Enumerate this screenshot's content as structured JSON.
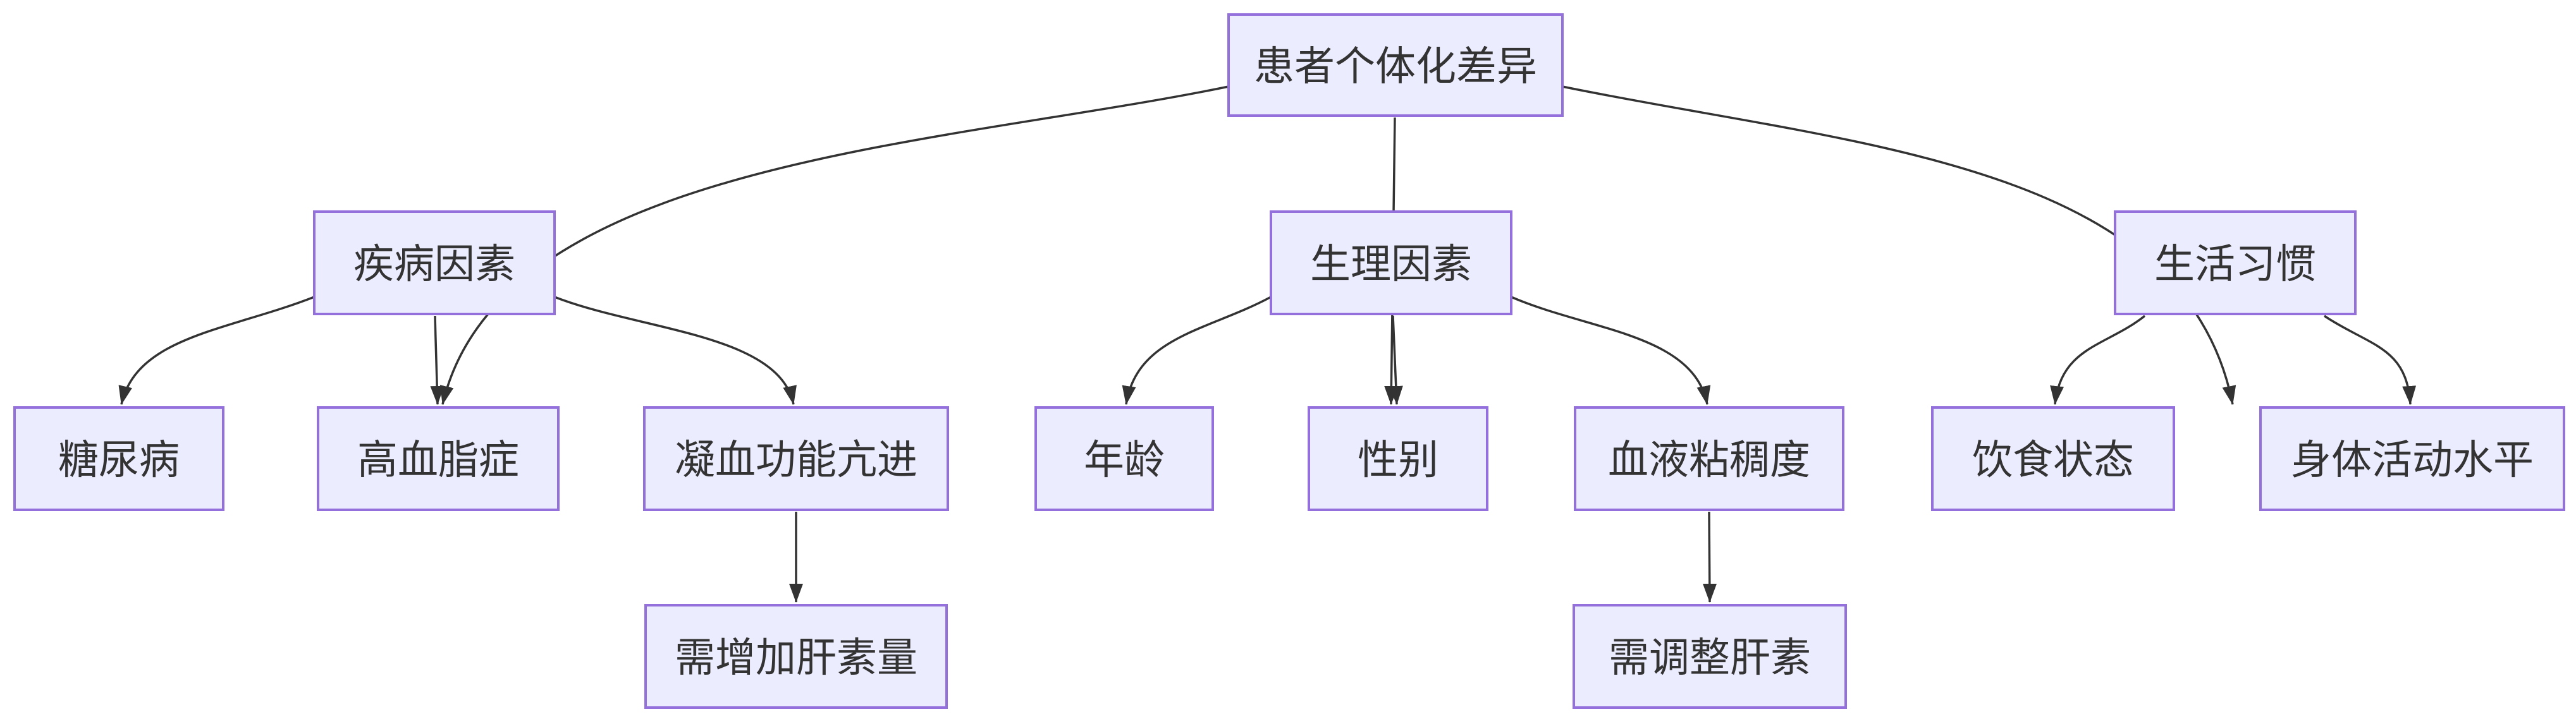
{
  "diagram": {
    "type": "flowchart",
    "direction": "top-down",
    "background_color": "#ffffff",
    "node_fill_color": "#ECECFF",
    "node_border_color": "#9370DB",
    "edge_color": "#333333",
    "text_color": "#333333",
    "nodes": {
      "root": {
        "label": "患者个体化差异"
      },
      "disease_factors": {
        "label": "疾病因素"
      },
      "physiological_factors": {
        "label": "生理因素"
      },
      "lifestyle_habits": {
        "label": "生活习惯"
      },
      "diabetes": {
        "label": "糖尿病"
      },
      "hyperlipidemia": {
        "label": "高血脂症"
      },
      "hypercoagulability": {
        "label": "凝血功能亢进"
      },
      "age": {
        "label": "年龄"
      },
      "gender": {
        "label": "性别"
      },
      "blood_viscosity": {
        "label": "血液粘稠度"
      },
      "diet_status": {
        "label": "饮食状态"
      },
      "physical_activity": {
        "label": "身体活动水平"
      },
      "increase_heparin": {
        "label": "需增加肝素量"
      },
      "adjust_heparin": {
        "label": "需调整肝素"
      }
    },
    "edges": [
      {
        "from": "患者个体化差异",
        "to": "疾病因素"
      },
      {
        "from": "患者个体化差异",
        "to": "生理因素"
      },
      {
        "from": "患者个体化差异",
        "to": "生活习惯"
      },
      {
        "from": "疾病因素",
        "to": "糖尿病"
      },
      {
        "from": "疾病因素",
        "to": "高血脂症"
      },
      {
        "from": "疾病因素",
        "to": "凝血功能亢进"
      },
      {
        "from": "凝血功能亢进",
        "to": "需增加肝素量"
      },
      {
        "from": "生理因素",
        "to": "年龄"
      },
      {
        "from": "生理因素",
        "to": "性别"
      },
      {
        "from": "生理因素",
        "to": "血液粘稠度"
      },
      {
        "from": "血液粘稠度",
        "to": "需调整肝素"
      },
      {
        "from": "生活习惯",
        "to": "饮食状态"
      },
      {
        "from": "生活习惯",
        "to": "身体活动水平"
      }
    ]
  }
}
